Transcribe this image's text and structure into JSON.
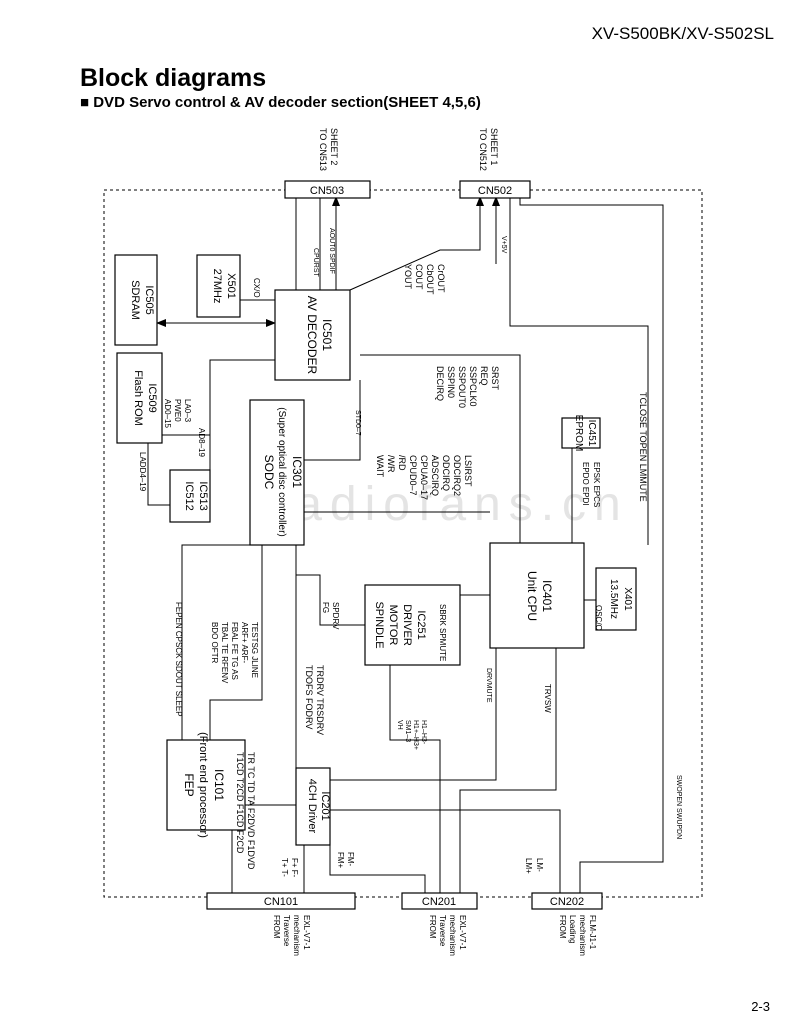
{
  "header": {
    "model": "XV-S500BK/XV-S502SL",
    "title": "Block diagrams",
    "subtitle": "■ DVD Servo control & AV decoder section(SHEET 4,5,6)"
  },
  "page_number": "2-3",
  "watermark": "radiofans.cn",
  "blocks": {
    "cn503": "CN503",
    "cn502": "CN502",
    "sdram": [
      "SDRAM",
      "IC505"
    ],
    "x501": [
      "27MHz",
      "X501"
    ],
    "ic501": [
      "AV DECODER",
      "IC501"
    ],
    "ic509": [
      "Flash ROM",
      "IC509"
    ],
    "ic512": [
      "IC512",
      "IC513"
    ],
    "ic301": [
      "SODC",
      "(Super optical disc controller)",
      "IC301"
    ],
    "ic451": [
      "EPROM",
      "IC451"
    ],
    "ic401": [
      "Unit CPU",
      "IC401"
    ],
    "x401": [
      "13.5MHz",
      "X401"
    ],
    "ic251": [
      "SPINDLE",
      "MOTOR",
      "DRIVER",
      "IC251"
    ],
    "ic101": [
      "FEP",
      "(Front end processor)",
      "IC101"
    ],
    "ic201": [
      "4CH Driver",
      "IC201"
    ],
    "cn101": "CN101",
    "cn201": "CN201",
    "cn202": "CN202"
  },
  "labels": {
    "to_cn513": [
      "TO CN513",
      "SHEET 2"
    ],
    "to_cn512": [
      "TO CN512",
      "SHEET 1"
    ],
    "cpurst": "CPURST",
    "aout": "AOUT0  SPDIF",
    "video_out": [
      "YOUT",
      "COUT",
      "CbOUT",
      "CrOUT"
    ],
    "v5v": "V+5V",
    "cxo": "CX/O",
    "ad_bus": [
      "AD0–15",
      "PWE0",
      "LA0–3"
    ],
    "ad8": "AD8–19",
    "ladd": "LADD4–19",
    "std": "STD0–7",
    "decirq": [
      "DECIRQ",
      "SSPIN0",
      "SSPOUT0",
      "SSPCLK0",
      "REQ",
      "SRST"
    ],
    "tclose": "TCLOSE  TOPEN  LMMUTE",
    "epdo": [
      "EPDO  EPDI",
      "EPSK  EPCS"
    ],
    "cpu_bus": [
      "WAIT",
      "/WR",
      "/RD",
      "CPUD0–7",
      "CPUA0–17",
      "ADSCIRQ",
      "ODCIRQ",
      "ODCIRQ2",
      "LSIRST"
    ],
    "osc": "OSC/O",
    "fg": [
      "FG",
      "SPDRV"
    ],
    "sbrk": "SBRK SPMUTE",
    "fepen": "FEPEN  CPSCK  SDOUT  SLEEP",
    "fep_sig": [
      "BDO  OFTR",
      "TBAL  TE  RFENV",
      "FBAL  FE  TG  AS",
      "ARF+  ARF-",
      "TESTSG  JLINE"
    ],
    "tdofs": [
      "TDOFS  FODRV",
      "TRDRV  TRSDRV"
    ],
    "hall": [
      "VH",
      "SM1–3",
      "H1+–H3+",
      "H1–H3-"
    ],
    "drvmute": "DRVMUTE",
    "trvsw": "TRVSW",
    "swopen": "SWOPEN  SWUPDN",
    "fep_bottom": [
      "T1CD  T2CD  F1CD  F2CD",
      "TR  TC  TD  TA  F2DVD  F1DVD"
    ],
    "tf": [
      "T+  T-",
      "F+  F-"
    ],
    "fm": [
      "FM+",
      "FM-"
    ],
    "lm": [
      "LM+",
      "LM-"
    ],
    "from_cn101": [
      "FROM",
      "Traverse",
      "mechanism",
      "EXL-V7-1"
    ],
    "from_cn201": [
      "FROM",
      "Traverse",
      "mechanism",
      "EXL-V7-1"
    ],
    "from_cn202": [
      "FROM",
      "Loading",
      "mechanism",
      "FLM-J1-1"
    ]
  }
}
